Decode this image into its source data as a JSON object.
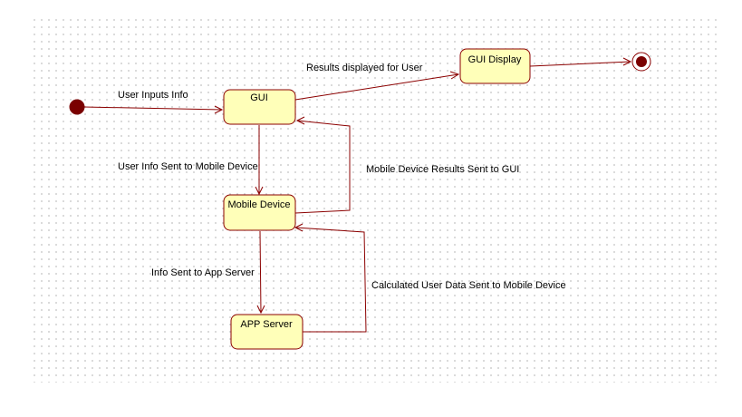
{
  "colors": {
    "state_fill": "#ffffb9",
    "line": "#8b0000",
    "initial_node": "#7a0000",
    "final_node": "#7a0000"
  },
  "states": {
    "gui": "GUI",
    "gui_display": "GUI Display",
    "mobile_device": "Mobile Device",
    "app_server": "APP Server"
  },
  "transitions": {
    "user_inputs": "User Inputs Info",
    "results_displayed": "Results displayed for User",
    "user_info_sent": "User Info Sent to Mobile Device",
    "mobile_results_sent": "Mobile Device Results Sent to GUI",
    "info_sent_app": "Info Sent to App Server",
    "calculated_data_sent": "Calculated User Data Sent to Mobile Device"
  }
}
